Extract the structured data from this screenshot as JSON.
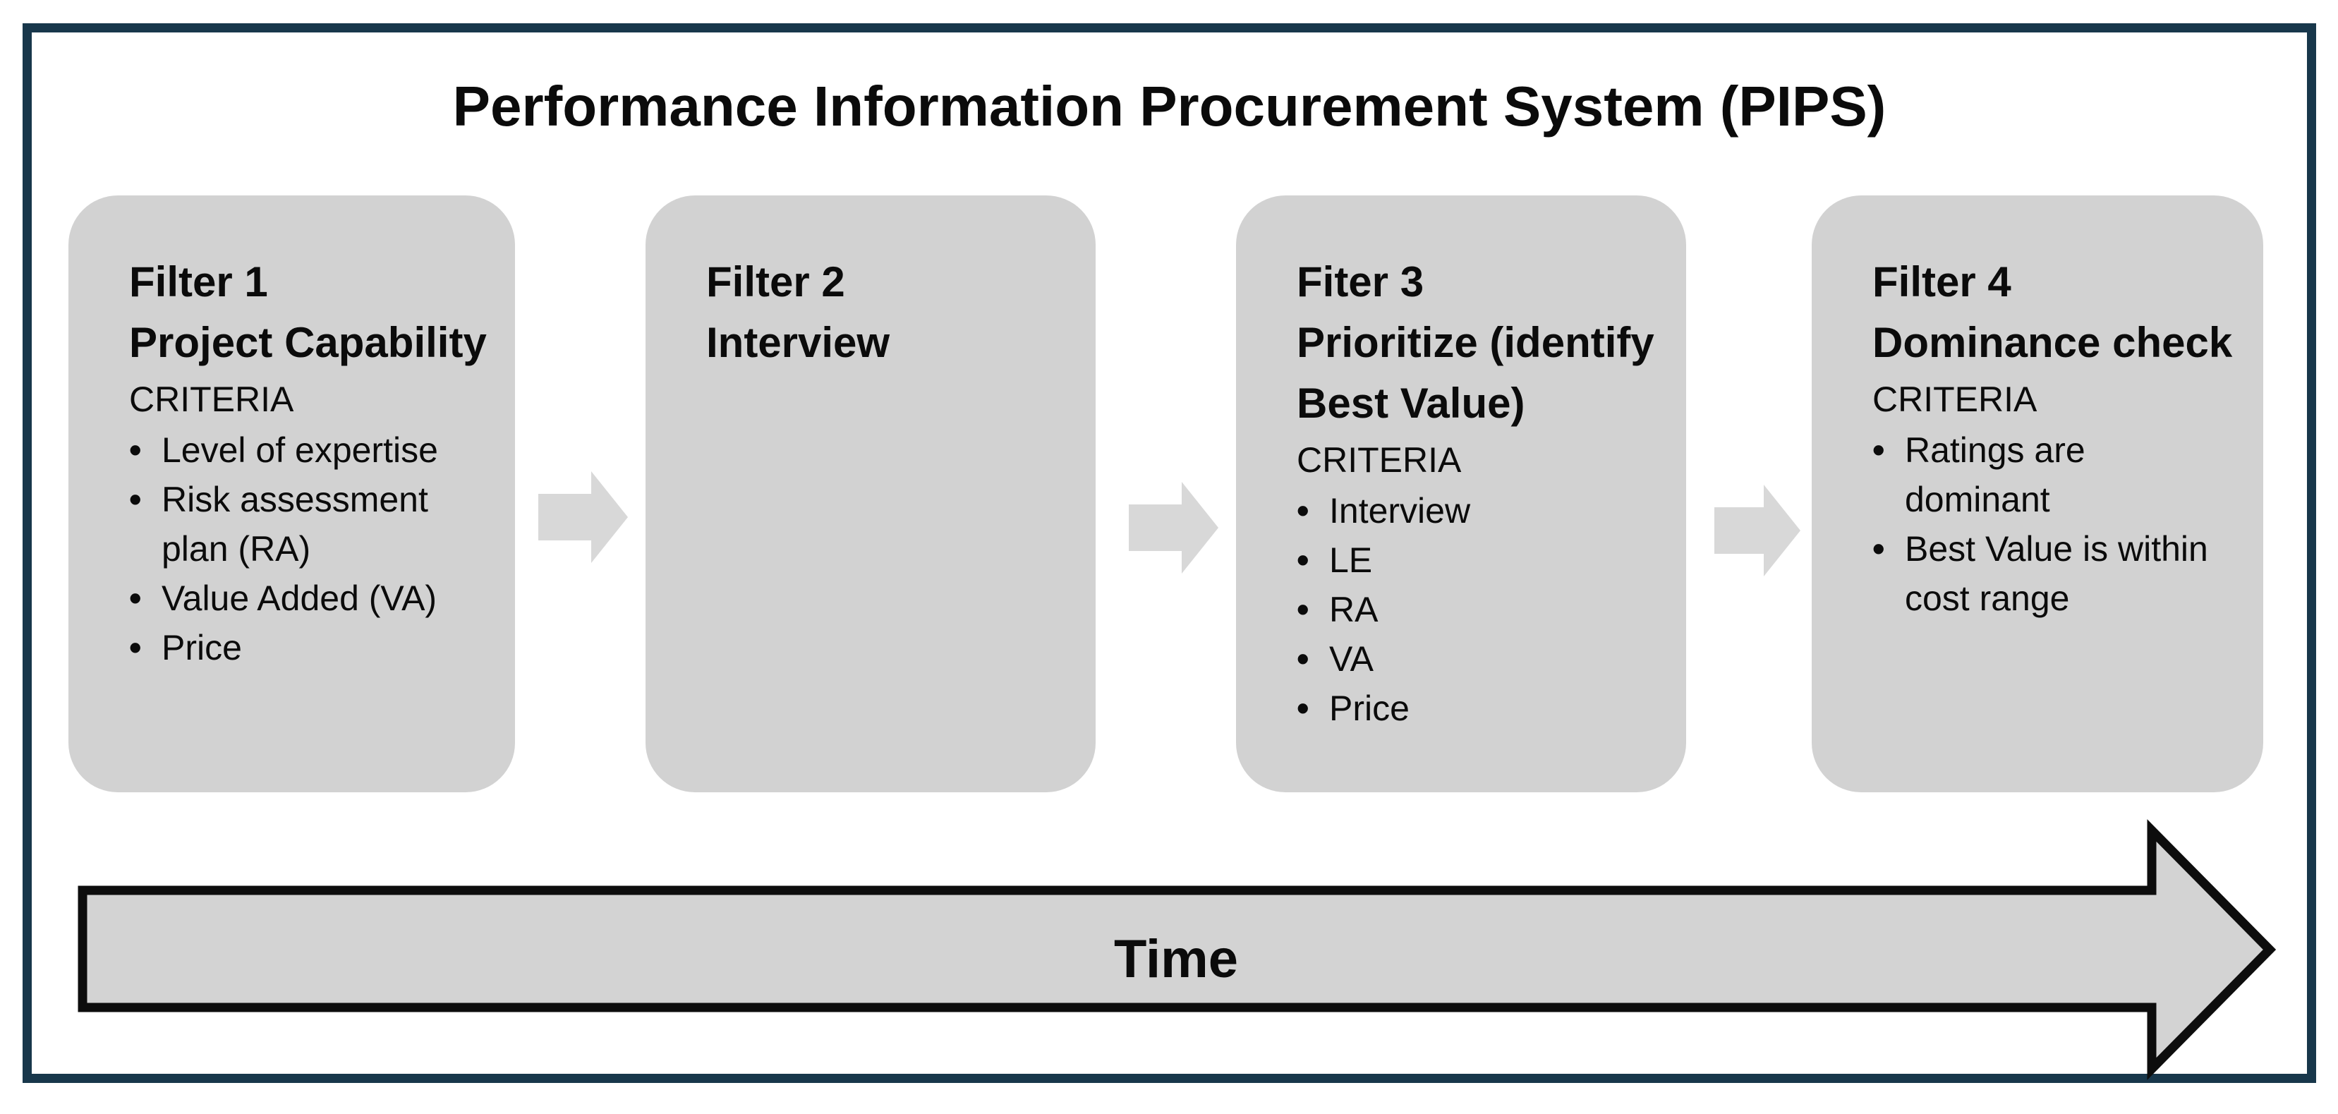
{
  "title": "Performance Information Procurement System (PIPS)",
  "colors": {
    "frame_border": "#18374b",
    "box_fill": "#d2d2d2",
    "arrow_fill": "#d8d8d8",
    "time_arrow_fill": "#d3d3d3",
    "outline": "#0d0d0d"
  },
  "filters": [
    {
      "label": "Filter 1",
      "name": "Project Capability",
      "criteria_label": "CRITERIA",
      "bullets": [
        "Level of expertise",
        "Risk assessment\nplan (RA)",
        "Value Added (VA)",
        "Price"
      ]
    },
    {
      "label": "Filter 2",
      "name": "Interview",
      "criteria_label": "",
      "bullets": []
    },
    {
      "label": "Fiter 3",
      "name": "Prioritize (identify\nBest Value)",
      "criteria_label": "CRITERIA",
      "bullets": [
        "Interview",
        "LE",
        "RA",
        "VA",
        "Price"
      ]
    },
    {
      "label": "Filter 4",
      "name": "Dominance check",
      "criteria_label": "CRITERIA",
      "bullets": [
        "Ratings are\ndominant",
        "Best Value is within\ncost range"
      ]
    }
  ],
  "timeline": {
    "label": "Time"
  }
}
